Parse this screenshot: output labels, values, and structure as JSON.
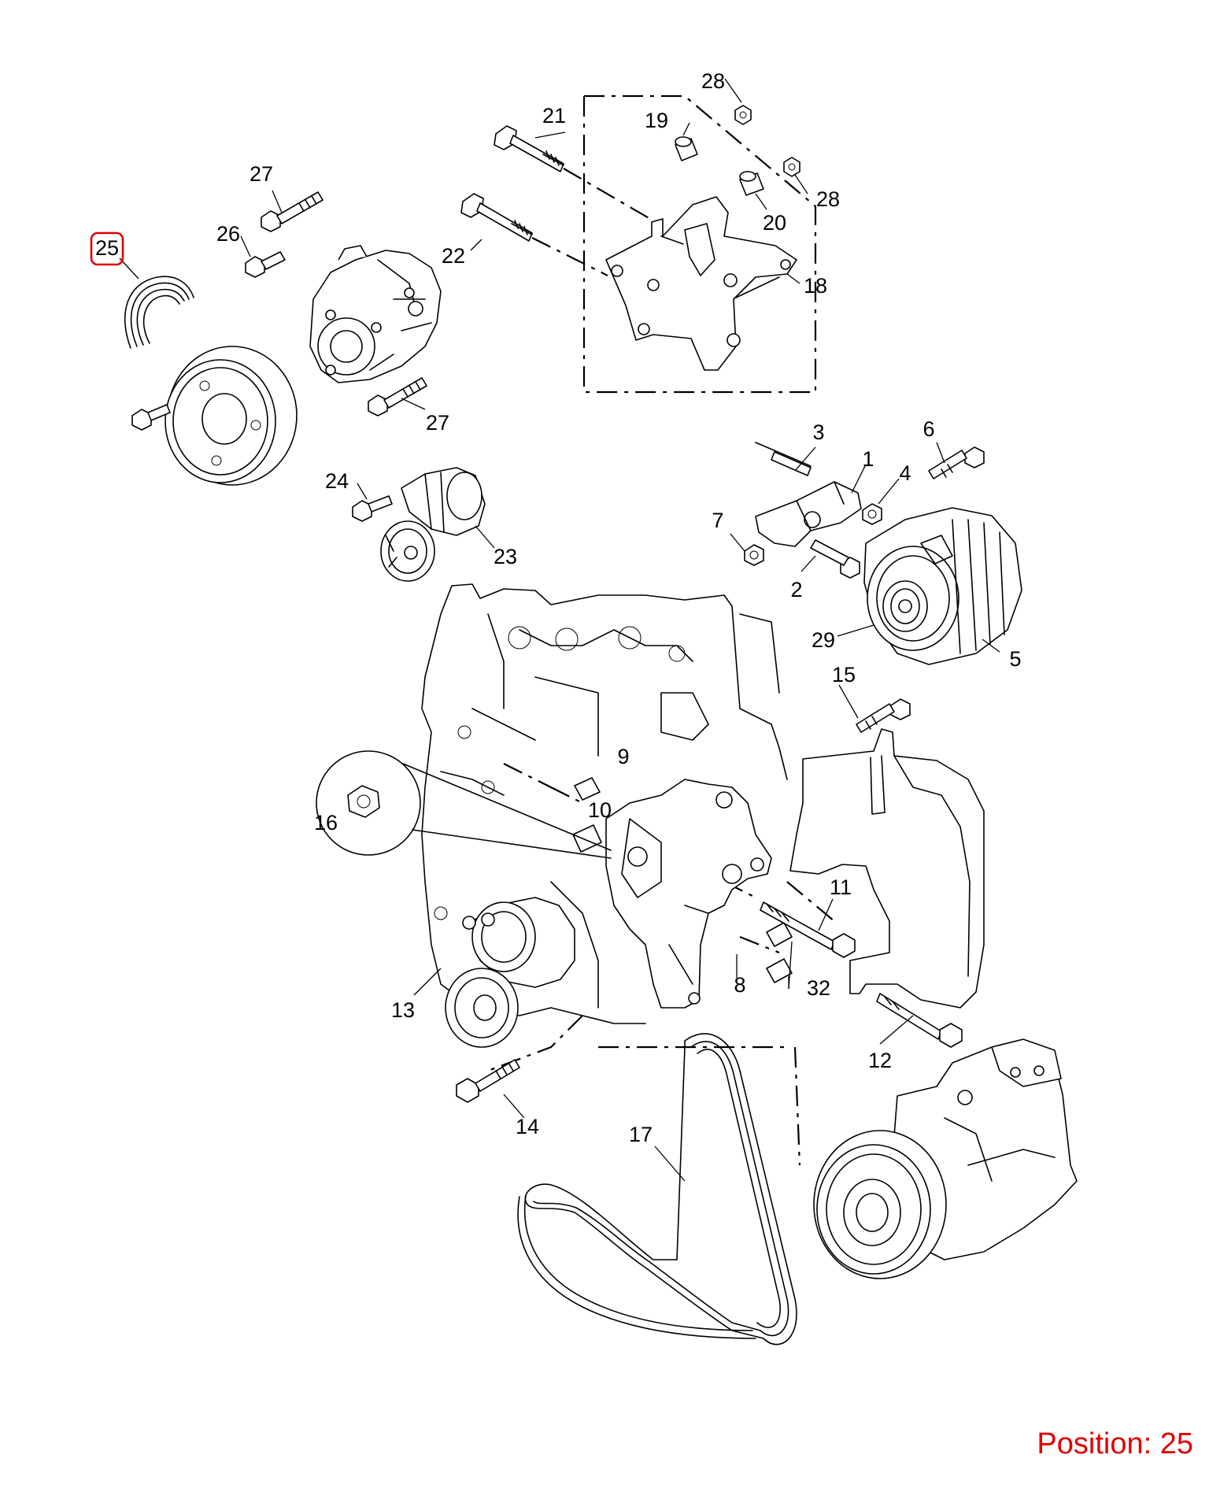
{
  "highlight": {
    "callout": "25",
    "color": "#e00000"
  },
  "position_label": {
    "prefix": "Position:",
    "value": "25"
  },
  "callouts": [
    {
      "id": "1",
      "label": "1"
    },
    {
      "id": "2",
      "label": "2"
    },
    {
      "id": "3",
      "label": "3"
    },
    {
      "id": "4",
      "label": "4"
    },
    {
      "id": "5",
      "label": "5"
    },
    {
      "id": "6",
      "label": "6"
    },
    {
      "id": "7",
      "label": "7"
    },
    {
      "id": "8",
      "label": "8"
    },
    {
      "id": "9",
      "label": "9"
    },
    {
      "id": "10",
      "label": "10"
    },
    {
      "id": "11",
      "label": "11"
    },
    {
      "id": "12",
      "label": "12"
    },
    {
      "id": "13",
      "label": "13"
    },
    {
      "id": "14",
      "label": "14"
    },
    {
      "id": "15",
      "label": "15"
    },
    {
      "id": "16",
      "label": "16"
    },
    {
      "id": "17",
      "label": "17"
    },
    {
      "id": "18",
      "label": "18"
    },
    {
      "id": "19",
      "label": "19"
    },
    {
      "id": "20",
      "label": "20"
    },
    {
      "id": "21",
      "label": "21"
    },
    {
      "id": "22",
      "label": "22"
    },
    {
      "id": "23",
      "label": "23"
    },
    {
      "id": "24",
      "label": "24"
    },
    {
      "id": "25",
      "label": "25"
    },
    {
      "id": "26",
      "label": "26"
    },
    {
      "id": "27a",
      "label": "27"
    },
    {
      "id": "27b",
      "label": "27"
    },
    {
      "id": "28a",
      "label": "28"
    },
    {
      "id": "28b",
      "label": "28"
    },
    {
      "id": "29",
      "label": "29"
    },
    {
      "id": "32",
      "label": "32"
    }
  ]
}
